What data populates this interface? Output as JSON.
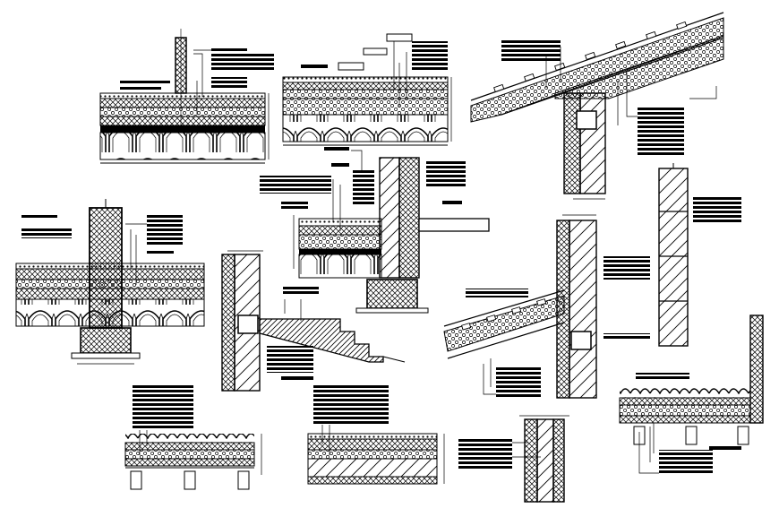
{
  "drawing": {
    "ink_color": "#000000",
    "paper_color": "#ffffff",
    "printed_text": [],
    "details": [
      {
        "id": "wall-on-arched-slab-top-left"
      },
      {
        "id": "arched-slab-top-center"
      },
      {
        "id": "sloped-roof-on-wall-top-right"
      },
      {
        "id": "column-on-arched-slab-left"
      },
      {
        "id": "slab-to-wall-junction-center"
      },
      {
        "id": "wall-with-stair-center-left"
      },
      {
        "id": "wall-with-sloped-roof-right"
      },
      {
        "id": "plain-wall-right"
      },
      {
        "id": "tiled-roof-on-joists-bottom-left"
      },
      {
        "id": "layered-floor-bottom-center"
      },
      {
        "id": "wall-section-bottom"
      },
      {
        "id": "parapet-on-tiled-roof-bottom-right"
      }
    ]
  }
}
